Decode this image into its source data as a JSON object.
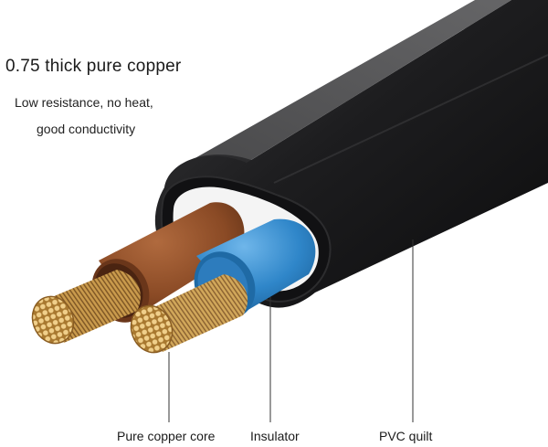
{
  "heading": {
    "title": "0.75  thick pure copper",
    "line1": "Low resistance, no heat,",
    "line2": "good conductivity"
  },
  "callouts": {
    "core": "Pure copper core",
    "insulator": "Insulator",
    "pvc": "PVC quilt"
  },
  "colors": {
    "sheath": "#1c1c1e",
    "brown_insulation": "#8a4a25",
    "blue_insulation": "#2f86c9",
    "copper": "#c99a4c"
  }
}
